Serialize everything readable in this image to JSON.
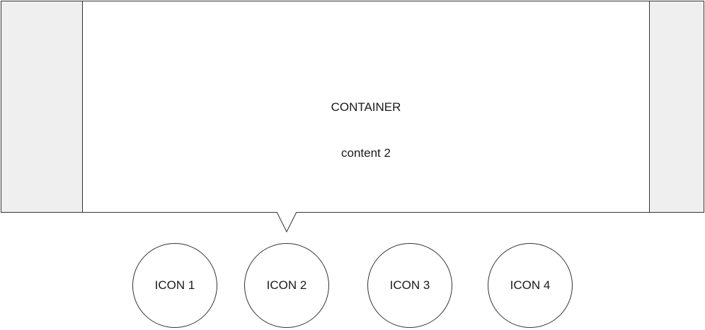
{
  "carousel": {
    "container_title": "CONTAINER",
    "container_content": "content 2",
    "icons": [
      {
        "label": "ICON 1"
      },
      {
        "label": "ICON 2"
      },
      {
        "label": "ICON 3"
      },
      {
        "label": "ICON 4"
      }
    ],
    "active_icon_index": 2
  },
  "colors": {
    "side_panel": "#efefef",
    "stroke": "#333333",
    "background": "#ffffff"
  }
}
